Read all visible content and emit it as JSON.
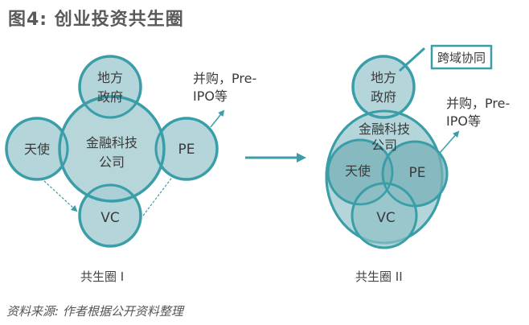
{
  "title": "图4: 创业投资共生圈",
  "colors": {
    "stroke": "#3a9ea8",
    "fill_light": "#b4d5d9",
    "fill_mid": "#8fc0c6",
    "fill_dark": "#78b0b7",
    "text": "#3a3a3a",
    "arrow": "#3a9ea8"
  },
  "diagram1": {
    "caption": "共生圈 I",
    "nodes": {
      "gov_line1": "地方",
      "gov_line2": "政府",
      "fintech_line1": "金融科技",
      "fintech_line2": "公司",
      "angel": "天使",
      "pe": "PE",
      "vc": "VC"
    },
    "exit_line1": "并购，Pre-",
    "exit_line2": "IPO等"
  },
  "diagram2": {
    "caption": "共生圈 II",
    "callout": "跨域协同",
    "nodes": {
      "gov_line1": "地方",
      "gov_line2": "政府",
      "fintech_line1": "金融科技",
      "fintech_line2": "公司",
      "angel": "天使",
      "pe": "PE",
      "vc": "VC"
    },
    "exit_line1": "并购，Pre-",
    "exit_line2": "IPO等"
  },
  "source": "资料来源: 作者根据公开资料整理"
}
